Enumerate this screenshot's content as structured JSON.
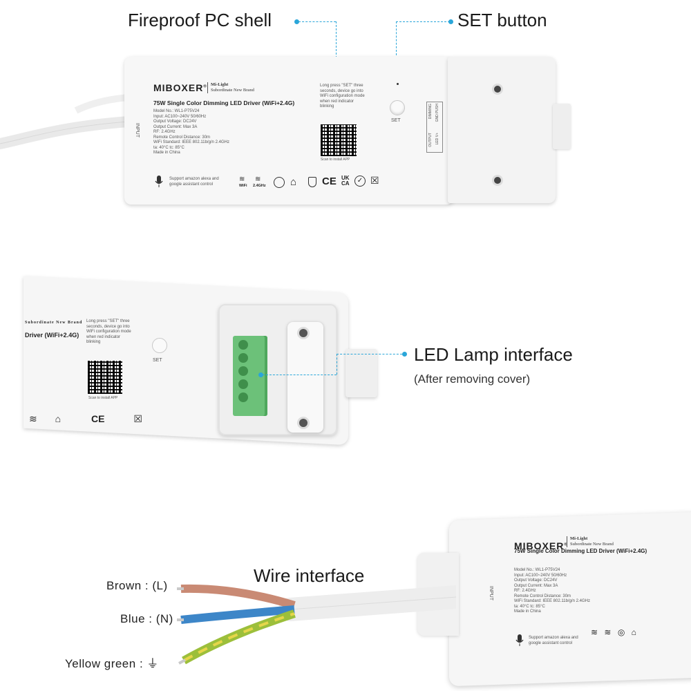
{
  "callouts": {
    "shell": "Fireproof PC shell",
    "set_button": "SET button",
    "led_interface": "LED Lamp interface",
    "led_interface_note": "(After removing cover)",
    "wire_interface": "Wire interface"
  },
  "label": {
    "brand": "MIBOXER",
    "registered": "®",
    "sub_brand_line1": "Mi-Light",
    "sub_brand_line2": "Subordinate New Brand",
    "product_title": "75W Single Color Dimming LED Driver (WiFi+2.4G)",
    "specs": [
      "Model No.: WL1-P75V24",
      "Input: AC100~240V  50/60Hz",
      "Output Voltage: DC24V",
      "Output Current: Max 3A",
      "RF: 2.4GHz",
      "Remote Control Distance: 30m",
      "WiFi Standard: IEEE 802.11b/g/n  2.4GHz",
      "ta: 40°C    tc: 85°C",
      "Made in China"
    ],
    "set_instructions": [
      "Long press \"SET\" three",
      "seconds, device go into",
      "WiFi configuration mode",
      "when red indicator",
      "blinking"
    ],
    "set_label": "SET",
    "scan_label": "Scan to install APP",
    "input_label": "INPUT",
    "output_label": "OUTPUT",
    "dimming_label": "DIMMING",
    "led_v_plus": "LED V+",
    "led_v_minus": "LED V-",
    "gnd_pup": "GND PUSH",
    "voice_support": [
      "Support amazon alexa and",
      "google assistant control"
    ],
    "wifi_badge": "WiFi",
    "ghz_badge": "2.4GHz",
    "cert_ce": "CE",
    "cert_ukca_1": "UK",
    "cert_ukca_2": "CA"
  },
  "wires": {
    "brown": "Brown : (L)",
    "blue": "Blue : (N)",
    "yellow_green": "Yellow green : ⏚"
  },
  "colors": {
    "accent": "#2aa6d9",
    "wire_brown": "#c98a74",
    "wire_blue": "#3d86c8",
    "wire_yg": "#9cbf3b",
    "terminal_green": "#6cc179"
  }
}
